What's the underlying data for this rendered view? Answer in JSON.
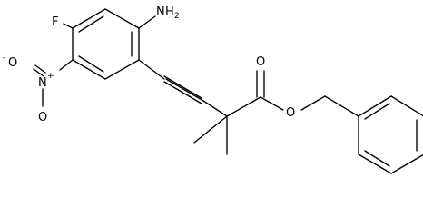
{
  "molecule": {
    "labels": {
      "fluorine": "F",
      "amine_N": "N",
      "amine_H2": "H",
      "amine_sub": "2",
      "nitro_N": "N",
      "nitro_sup": "+",
      "nitro_O_double": "O",
      "nitro_O_minus_sign": "-",
      "nitro_O_single": "O",
      "carbonyl_O": "O",
      "ester_O": "O"
    }
  }
}
